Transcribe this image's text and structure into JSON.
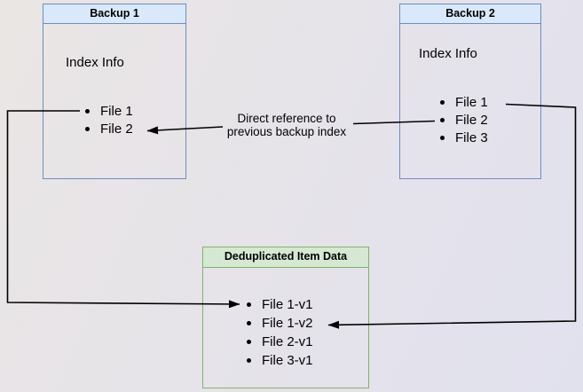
{
  "backup1": {
    "title": "Backup 1",
    "heading": "Index Info",
    "items": [
      "File 1",
      "File 2"
    ]
  },
  "backup2": {
    "title": "Backup 2",
    "heading": "Index Info",
    "items": [
      "File 1",
      "File 2",
      "File 3"
    ]
  },
  "dedup": {
    "title": "Deduplicated Item Data",
    "items": [
      "File 1-v1",
      "File 1-v2",
      "File 2-v1",
      "File 3-v1"
    ]
  },
  "annotation": {
    "line1": "Direct reference to",
    "line2": "previous backup index"
  },
  "colors": {
    "blue_header_fill": "#dae8fc",
    "blue_border": "#6c8ebf",
    "green_header_fill": "#d5e8d4",
    "green_border": "#82b366",
    "arrow": "#000000",
    "background_start": "#eae6e4",
    "background_end": "#e1e1ee"
  }
}
